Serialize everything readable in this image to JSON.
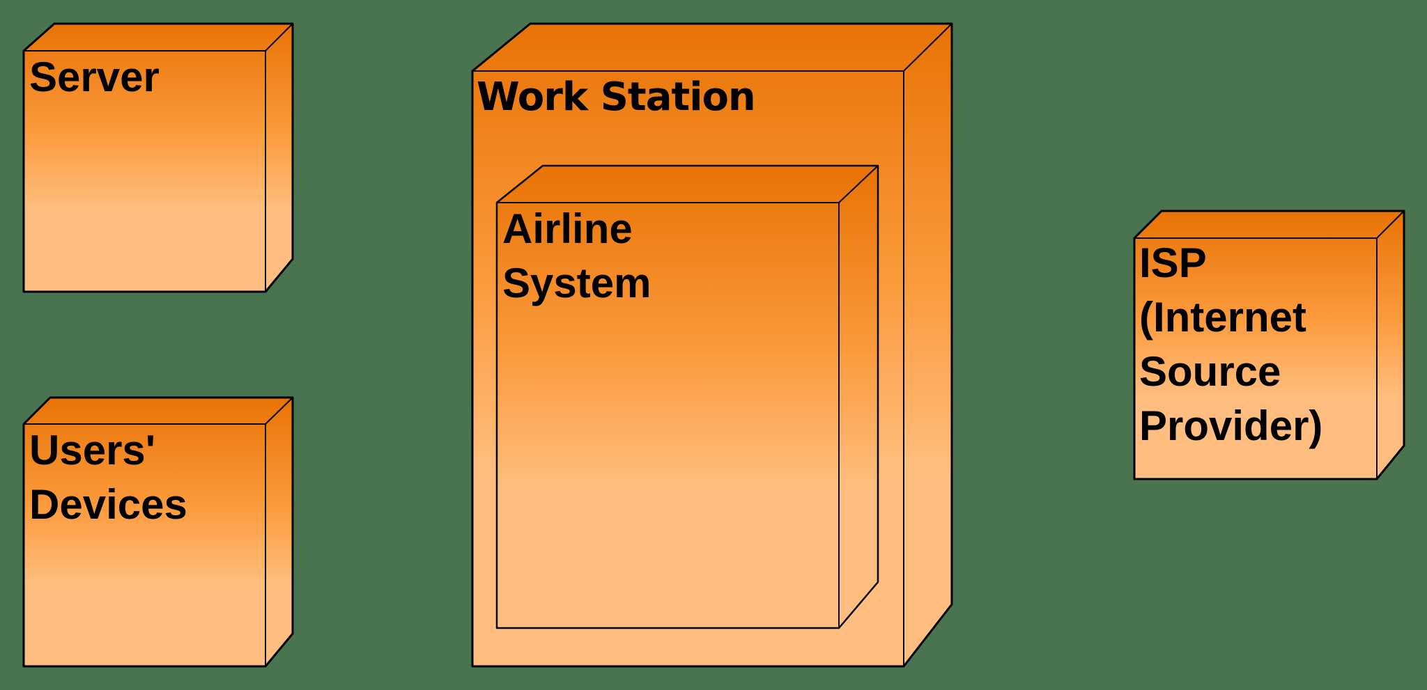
{
  "diagram": {
    "type": "uml-deployment-diagram",
    "background": "#4a7350",
    "colors": {
      "gradient_top": "#e87305",
      "gradient_mid": "#fb9a3c",
      "gradient_light": "#ffbe7f",
      "stroke": "#000000"
    },
    "nodes": [
      {
        "id": "server",
        "label": "Server",
        "lines": [
          "Server"
        ]
      },
      {
        "id": "users-devices",
        "label": "Users' Devices",
        "lines": [
          "Users'",
          "Devices"
        ]
      },
      {
        "id": "work-station",
        "label": "Work Station",
        "lines": [
          "Work Station"
        ],
        "contains": [
          "airline-system"
        ]
      },
      {
        "id": "airline-system",
        "label": "Airline System",
        "lines": [
          "Airline",
          "System"
        ],
        "parent": "work-station"
      },
      {
        "id": "isp",
        "label": "ISP (Internet Source Provider)",
        "lines": [
          "ISP",
          "(Internet",
          "Source",
          "Provider)"
        ]
      }
    ]
  },
  "labels": {
    "server": "Server",
    "users": "Users'\nDevices",
    "workstation": "Work Station",
    "airline": "Airline\nSystem",
    "isp": "ISP\n(Internet\nSource\nProvider)"
  }
}
